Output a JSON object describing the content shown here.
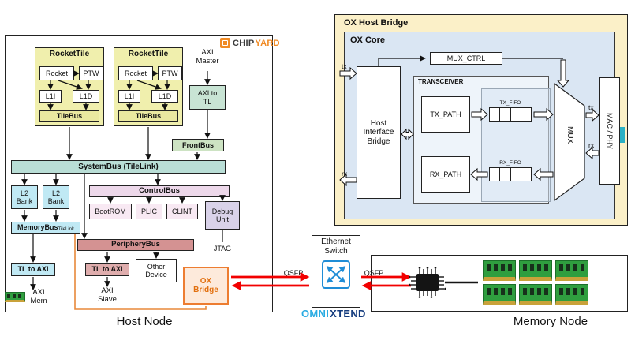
{
  "colors": {
    "accent_orange": "#ed7d31",
    "link_red": "#f20000",
    "switch_blue": "#1f8dd6",
    "omni_light_blue": "#29abe2",
    "omni_navy": "#123a7d",
    "dimm_green": "#2f9e3f",
    "chipyard_orange": "#f08a24"
  },
  "host": {
    "label": "Host Node",
    "logo": {
      "part1": "CHIP",
      "part2": "YARD"
    },
    "tiles": [
      {
        "title": "RocketTile",
        "rocket": "Rocket",
        "ptw": "PTW",
        "l1i": "L1I",
        "l1d": "L1D",
        "tilebus": "TileBus"
      },
      {
        "title": "RocketTile",
        "rocket": "Rocket",
        "ptw": "PTW",
        "l1i": "L1I",
        "l1d": "L1D",
        "tilebus": "TileBus"
      }
    ],
    "axi_master": "AXI\nMaster",
    "axi_to_tl": "AXI to\nTL",
    "frontbus": "FrontBus",
    "systembus": "SystemBus (TileLink)",
    "l2_bank": "L2\nBank",
    "controlbus": "ControlBus",
    "bootrom": "BootROM",
    "plic": "PLIC",
    "clint": "CLINT",
    "debug_unit": "Debug\nUnit",
    "memorybus": {
      "label": "MemoryBus",
      "sub": "TileLink"
    },
    "peripherybus": "PeripheryBus",
    "tl_to_axi_mem": "TL to AXI",
    "tl_to_axi_periph": "TL to AXI",
    "other_device": "Other\nDevice",
    "ox_bridge": "OX\nBridge",
    "axi_mem": "AXI\nMem",
    "axi_slave": "AXI\nSlave",
    "jtag": "JTAG"
  },
  "bridge": {
    "title": "OX Host Bridge",
    "core": "OX Core",
    "hib": "Host\nInterface\nBridge",
    "mux_ctrl": "MUX_CTRL",
    "transceiver": "TRANSCEIVER",
    "tx_path": "TX_PATH",
    "rx_path": "RX_PATH",
    "tx_fifo": "TX_FIFO",
    "rx_fifo": "RX_FIFO",
    "mux": "MUX",
    "mac_phy": "MAC / PHY",
    "tx": "tx",
    "rx": "rx"
  },
  "network": {
    "ethernet_switch": "Ethernet\nSwitch",
    "qsfp": "QSFP",
    "omnixtend": {
      "part1": "OMNI",
      "part2": "XTEND"
    }
  },
  "memory_node": {
    "label": "Memory Node"
  }
}
